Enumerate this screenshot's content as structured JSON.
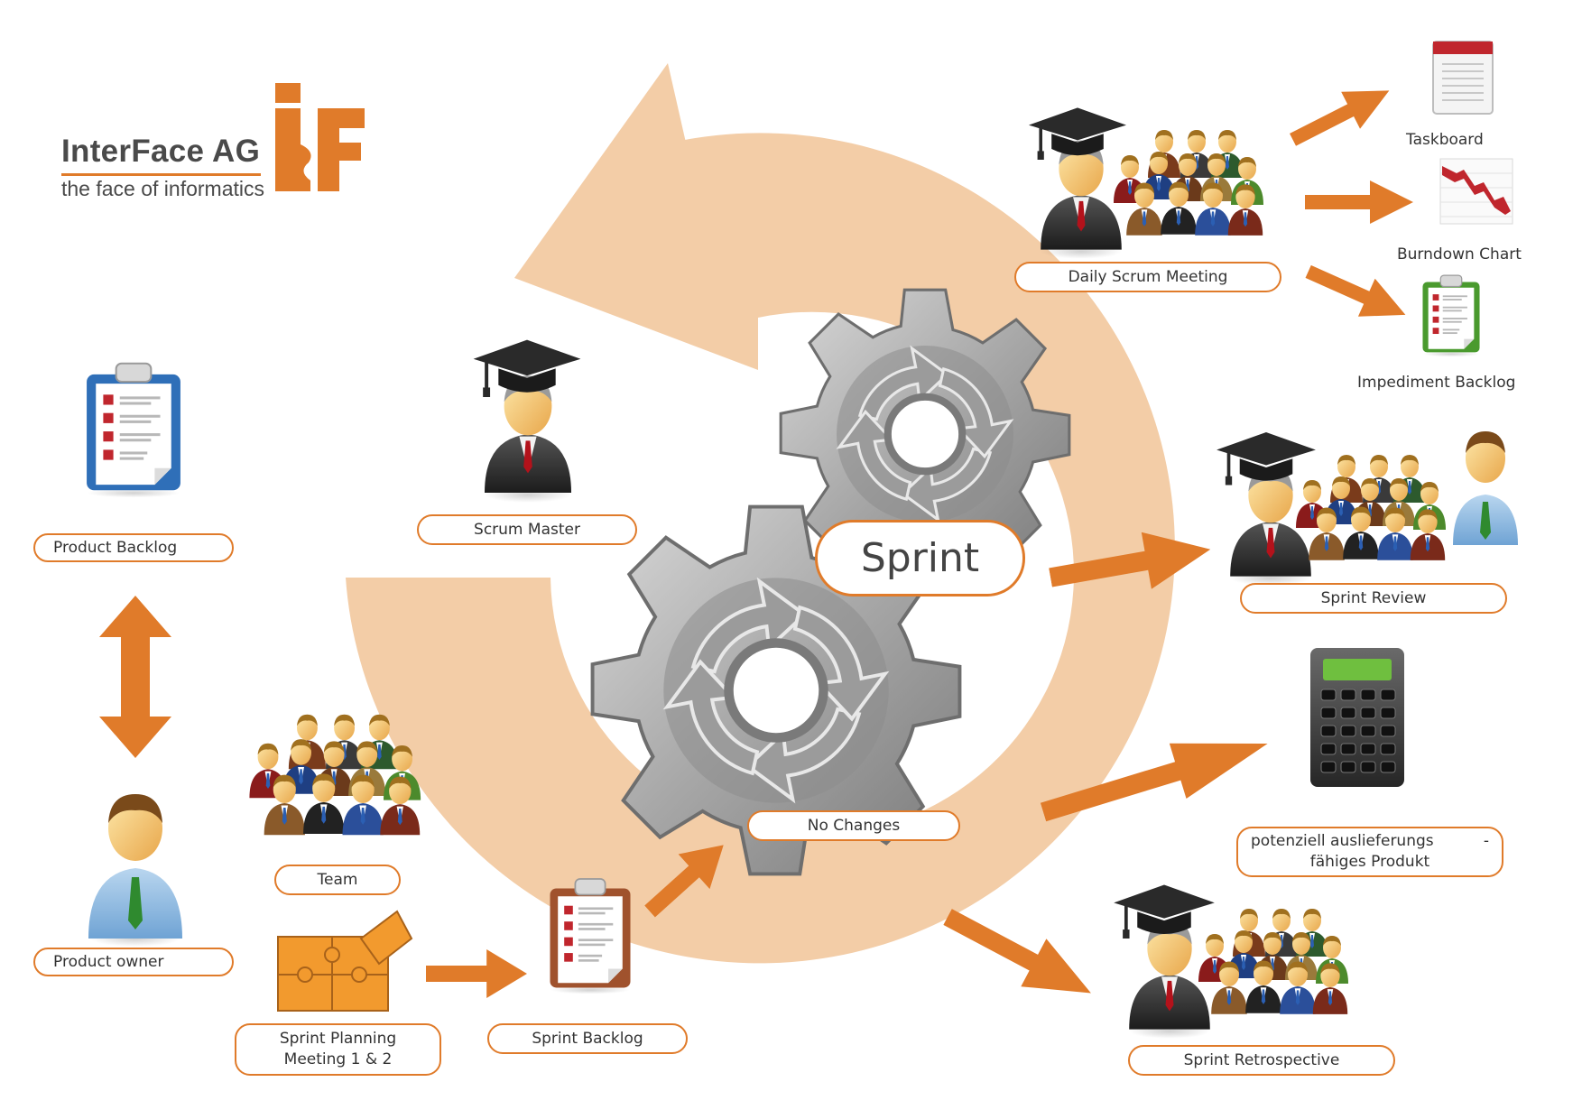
{
  "logo": {
    "company": "InterFace AG",
    "tagline": "the face of informatics",
    "colors": {
      "accent": "#e07b2a",
      "text": "#4a4a4a"
    }
  },
  "labels": {
    "product_backlog": "Product Backlog",
    "product_owner": "Product owner",
    "scrum_master": "Scrum Master",
    "team": "Team",
    "sprint_planning_line1": "Sprint Planning",
    "sprint_planning_line2": "Meeting 1 & 2",
    "sprint_backlog": "Sprint Backlog",
    "sprint": "Sprint",
    "no_changes": "No Changes",
    "daily_scrum": "Daily Scrum Meeting",
    "taskboard": "Taskboard",
    "burndown_chart": "Burndown Chart",
    "impediment_backlog": "Impediment Backlog",
    "sprint_review": "Sprint Review",
    "increment_line1": "potenziell auslieferungs",
    "increment_hyphen": "-",
    "increment_line2": "fähiges Produkt",
    "sprint_retrospective": "Sprint Retrospective"
  },
  "icons": [
    "circular-arrow-icon",
    "gear-icon",
    "clipboard-icon",
    "person-icon",
    "scrum-master-icon",
    "team-icon",
    "puzzle-icon",
    "taskboard-icon",
    "burndown-chart-icon",
    "calculator-icon",
    "double-arrow-icon",
    "arrow-icon"
  ],
  "colors": {
    "orange": "#e07b2a",
    "cycle": "#f3cda7",
    "gear": "#a9a9a9",
    "clipboard_blue": "#2f6fb8",
    "clipboard_brown": "#a0522d",
    "clipboard_green": "#4a9a2e"
  }
}
